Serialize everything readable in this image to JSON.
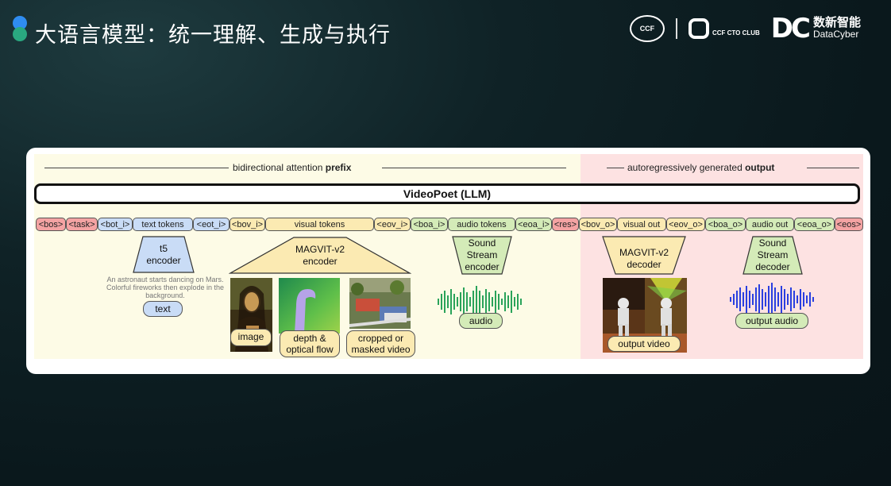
{
  "slide": {
    "title": "大语言模型：统一理解、生成与执行",
    "logos": {
      "ccf_badge": "CCF",
      "cto_club": "CCF CTO CLUB",
      "datacyber_cn": "数新智能",
      "datacyber_en": "DataCyber",
      "datacyber_mark": "DC"
    }
  },
  "diagram": {
    "prefix_header": {
      "text": "bidirectional attention ",
      "bold": "prefix"
    },
    "output_header": {
      "text": "autoregressively generated ",
      "bold": "output"
    },
    "llm_label": "VideoPoet (LLM)",
    "tokens": {
      "bos": "<bos>",
      "task": "<task>",
      "bot_i": "<bot_i>",
      "text_tokens": "text tokens",
      "eot_i": "<eot_i>",
      "bov_i": "<bov_i>",
      "visual_tokens": "visual tokens",
      "eov_i": "<eov_i>",
      "boa_i": "<boa_i>",
      "audio_tokens": "audio tokens",
      "eoa_i": "<eoa_i>",
      "res": "<res>",
      "bov_o": "<bov_o>",
      "visual_out": "visual out",
      "eov_o": "<eov_o>",
      "boa_o": "<boa_o>",
      "audio_out": "audio out",
      "eoa_o": "<eoa_o>",
      "eos": "<eos>"
    },
    "t5_encoder": {
      "line1": "t5",
      "line2": "encoder"
    },
    "text_caption": "An astronaut starts dancing on Mars. Colorful fireworks then explode in the background.",
    "text_pill": "text",
    "magvit_encoder": {
      "line1": "MAGVIT-v2",
      "line2": "encoder"
    },
    "image_pill": "image",
    "depth_pill": {
      "line1": "depth &",
      "line2": "optical flow"
    },
    "cropped_pill": {
      "line1": "cropped or",
      "line2": "masked video"
    },
    "soundstream_encoder": {
      "line1": "Sound",
      "line2": "Stream",
      "line3": "encoder"
    },
    "audio_pill": "audio",
    "magvit_decoder": {
      "line1": "MAGVIT-v2",
      "line2": "decoder"
    },
    "output_video_pill": "output video",
    "soundstream_decoder": {
      "line1": "Sound",
      "line2": "Stream",
      "line3": "decoder"
    },
    "output_audio_pill": "output audio"
  },
  "colors": {
    "special_token": "#f4a3a3",
    "text_token": "#c9dcf6",
    "visual_token": "#fbeab2",
    "audio_token": "#d4ebb8",
    "prefix_bg": "#fdfbe6",
    "output_bg": "#fde2e2",
    "waveform_green": "#2aa35a",
    "waveform_blue": "#2a3fe0"
  }
}
